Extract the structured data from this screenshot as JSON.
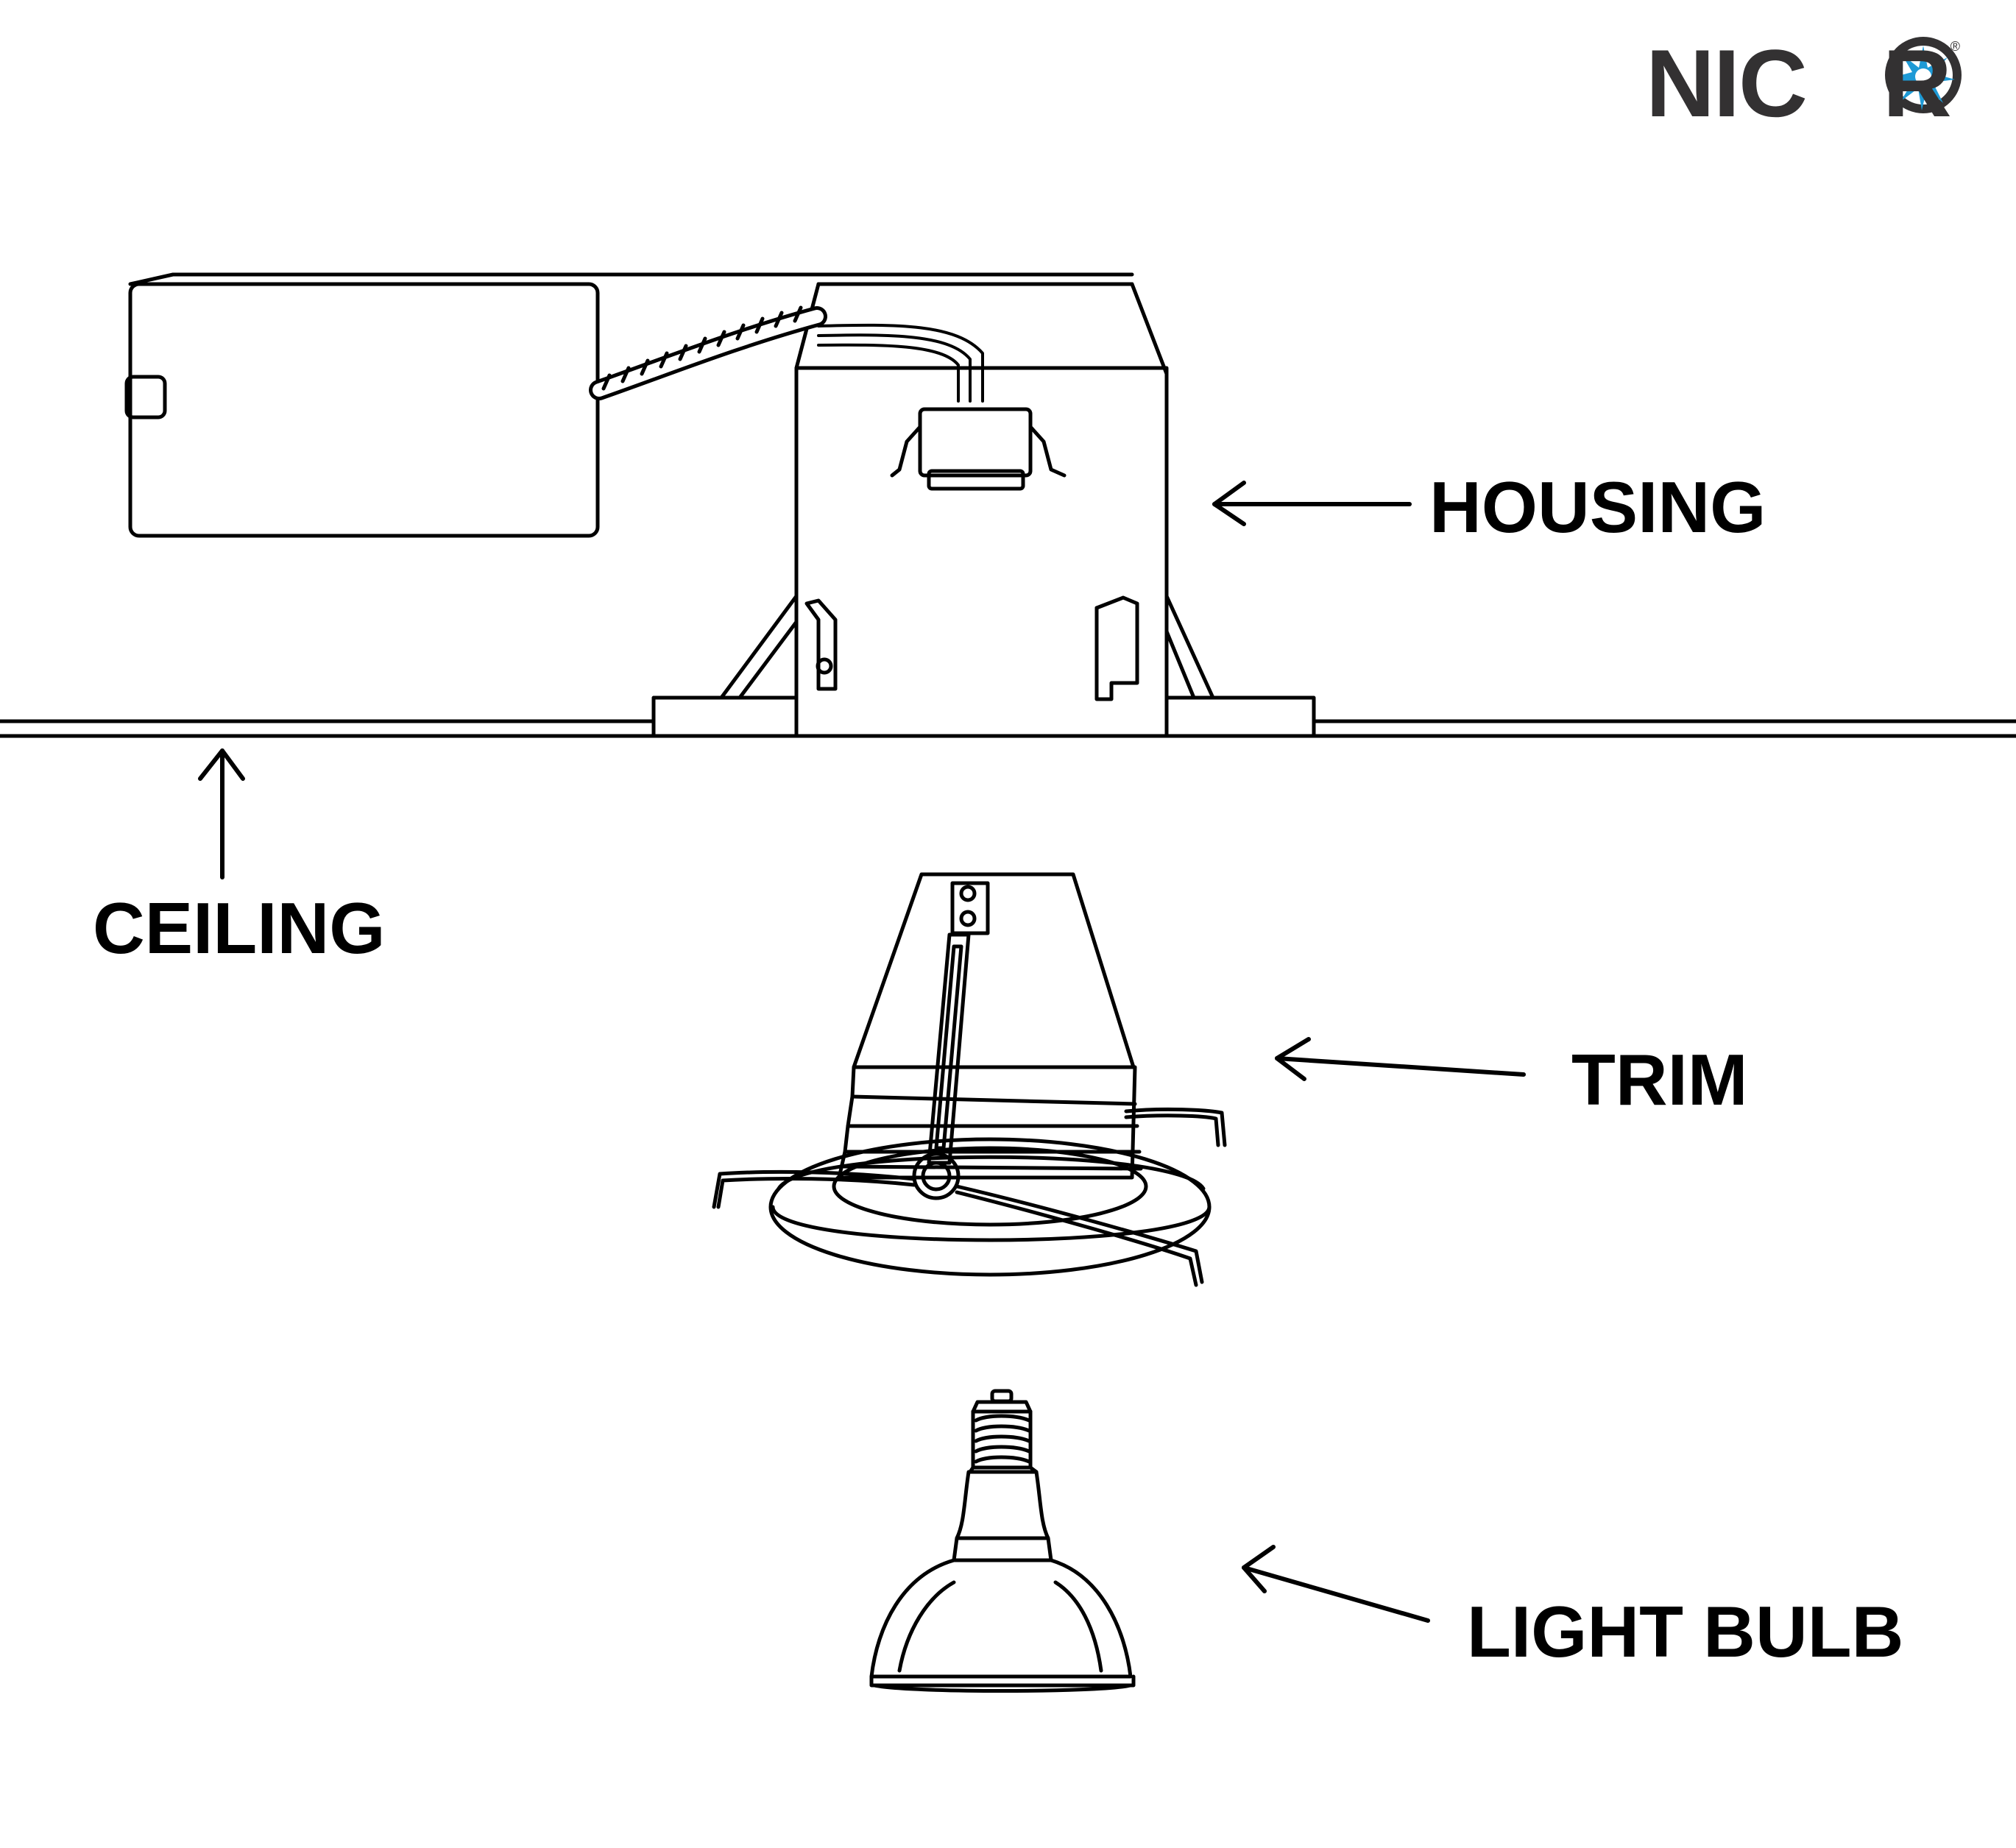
{
  "brand": {
    "logo_prefix": "NIC",
    "logo_suffix": "R",
    "registered_mark": "®",
    "logo_text_color": "#333132",
    "logo_star_color": "#1E9AD6"
  },
  "labels": {
    "housing": "HOUSING",
    "ceiling": "CEILING",
    "trim": "TRIM",
    "light_bulb": "LIGHT BULB"
  },
  "colors": {
    "line": "#000000",
    "background": "#FFFFFF"
  },
  "icons": [
    "housing-drawing",
    "trim-drawing",
    "light-bulb-drawing",
    "arrow-icon",
    "nicor-star-icon"
  ]
}
